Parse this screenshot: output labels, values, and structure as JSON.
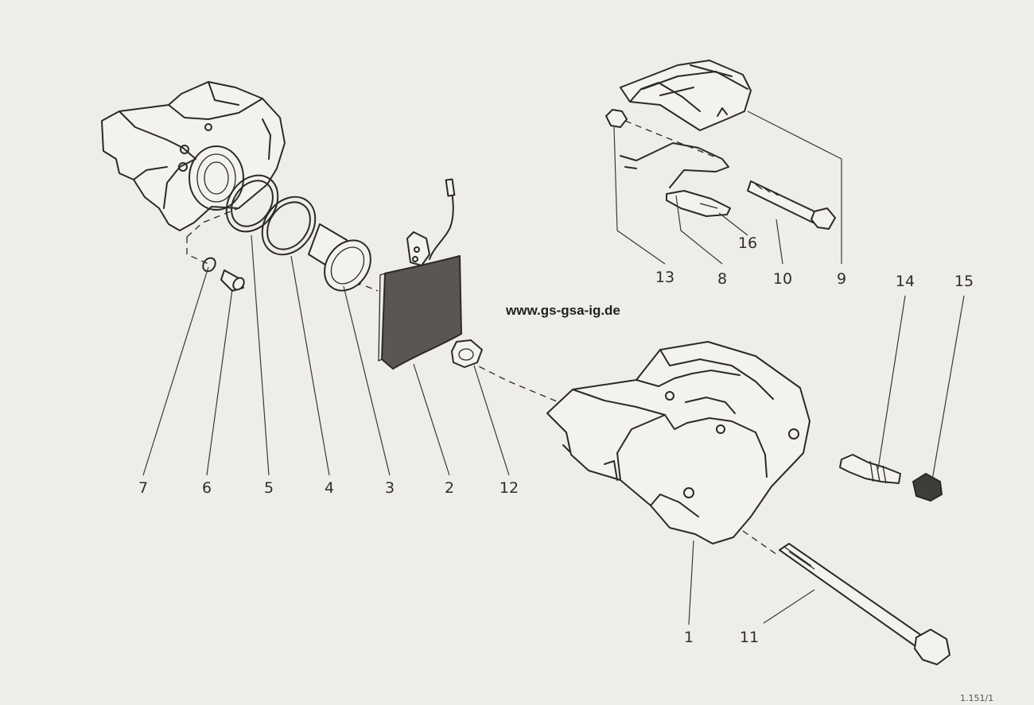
{
  "watermark": "www.gs-gsa-ig.de",
  "corner_code": "1.151/1",
  "callouts": [
    {
      "id": "7",
      "label": "7"
    },
    {
      "id": "6",
      "label": "6"
    },
    {
      "id": "5",
      "label": "5"
    },
    {
      "id": "4",
      "label": "4"
    },
    {
      "id": "3",
      "label": "3"
    },
    {
      "id": "2",
      "label": "2"
    },
    {
      "id": "12",
      "label": "12"
    },
    {
      "id": "13",
      "label": "13"
    },
    {
      "id": "8",
      "label": "8"
    },
    {
      "id": "10",
      "label": "10"
    },
    {
      "id": "9",
      "label": "9"
    },
    {
      "id": "14",
      "label": "14"
    },
    {
      "id": "15",
      "label": "15"
    },
    {
      "id": "16",
      "label": "16"
    },
    {
      "id": "1",
      "label": "1"
    },
    {
      "id": "11",
      "label": "11"
    }
  ]
}
